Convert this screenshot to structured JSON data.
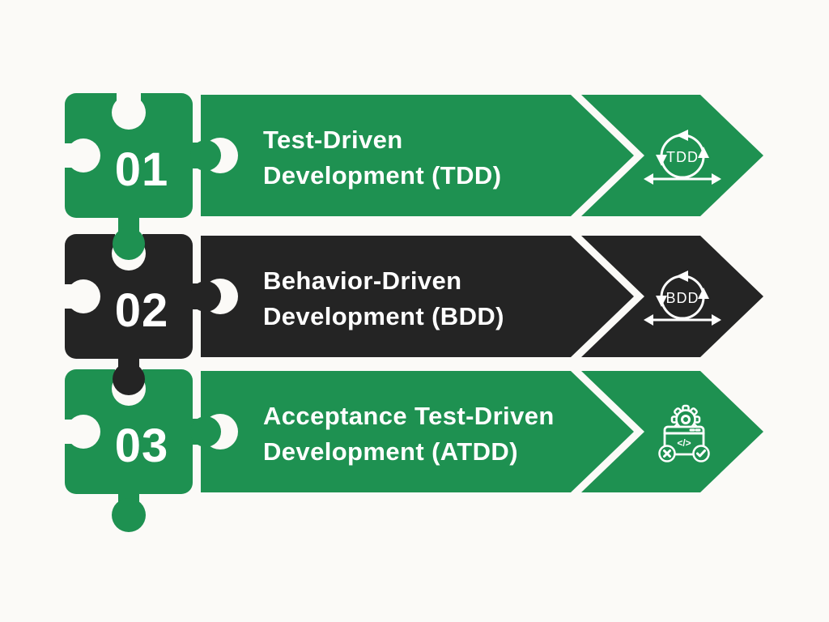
{
  "colors": {
    "green": "#1e9151",
    "dark": "#242424",
    "background": "#fbfaf7",
    "text_on_shapes": "#ffffff"
  },
  "rows": [
    {
      "number": "01",
      "title_line1": "Test-Driven",
      "title_line2": "Development (TDD)",
      "theme": "green",
      "icon": "agile-cycle-icon",
      "icon_label": "TDD"
    },
    {
      "number": "02",
      "title_line1": "Behavior-Driven",
      "title_line2": "Development (BDD)",
      "theme": "dark",
      "icon": "agile-cycle-icon",
      "icon_label": "BDD"
    },
    {
      "number": "03",
      "title_line1": "Acceptance Test-Driven",
      "title_line2": "Development (ATDD)",
      "theme": "green",
      "icon": "automated-test-window-icon",
      "icon_label": "</>"
    }
  ]
}
